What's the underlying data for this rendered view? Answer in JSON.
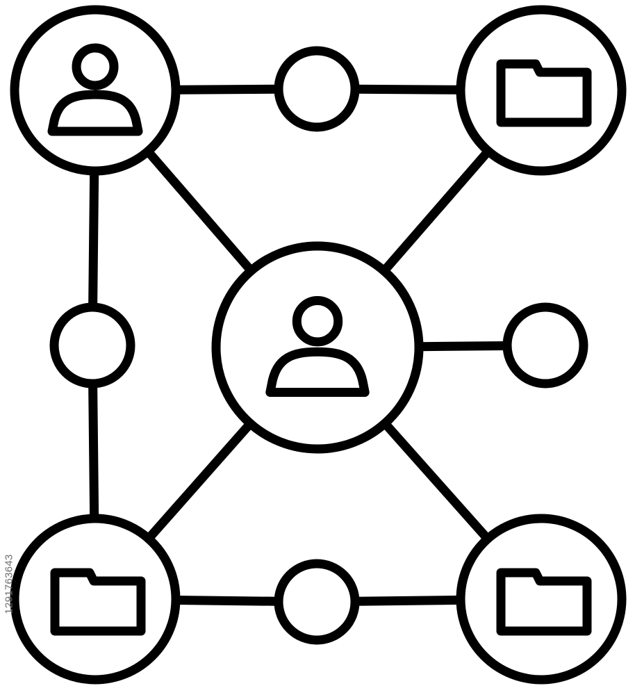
{
  "diagram": {
    "style": {
      "stroke_color": "#000000",
      "background_color": "#ffffff",
      "watermark_color": "#6f6f6f"
    },
    "nodes": [
      {
        "id": "user-top-left",
        "kind": "large",
        "icon": "user-icon"
      },
      {
        "id": "folder-top-right",
        "kind": "large",
        "icon": "folder-icon"
      },
      {
        "id": "user-center",
        "kind": "large",
        "icon": "user-icon"
      },
      {
        "id": "folder-bottom-left",
        "kind": "large",
        "icon": "folder-icon"
      },
      {
        "id": "folder-bottom-right",
        "kind": "large",
        "icon": "folder-icon"
      },
      {
        "id": "junction-top",
        "kind": "small",
        "icon": ""
      },
      {
        "id": "junction-left",
        "kind": "small",
        "icon": ""
      },
      {
        "id": "junction-right",
        "kind": "small",
        "icon": ""
      },
      {
        "id": "junction-bottom",
        "kind": "small",
        "icon": ""
      }
    ],
    "edges": [
      {
        "from": "user-top-left",
        "to": "junction-top"
      },
      {
        "from": "junction-top",
        "to": "folder-top-right"
      },
      {
        "from": "user-top-left",
        "to": "junction-left"
      },
      {
        "from": "junction-left",
        "to": "folder-bottom-left"
      },
      {
        "from": "user-top-left",
        "to": "user-center"
      },
      {
        "from": "folder-top-right",
        "to": "user-center"
      },
      {
        "from": "user-center",
        "to": "junction-right"
      },
      {
        "from": "user-center",
        "to": "folder-bottom-left"
      },
      {
        "from": "user-center",
        "to": "folder-bottom-right"
      },
      {
        "from": "folder-bottom-left",
        "to": "junction-bottom"
      },
      {
        "from": "junction-bottom",
        "to": "folder-bottom-right"
      }
    ]
  },
  "watermark": {
    "stock_id": "1291763643"
  }
}
